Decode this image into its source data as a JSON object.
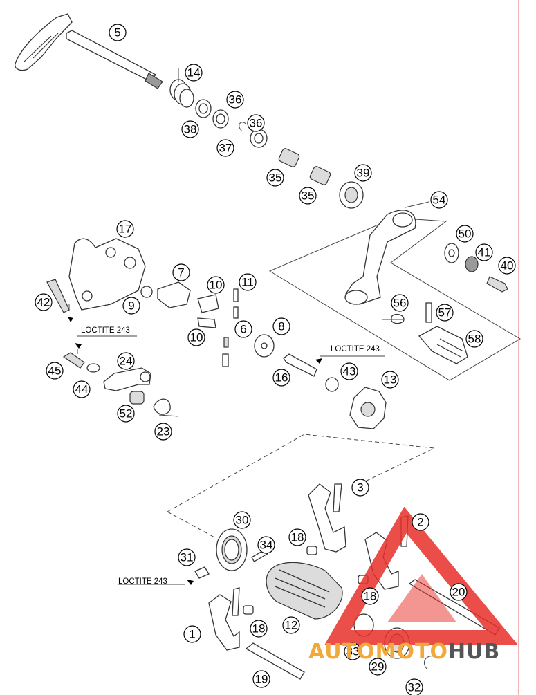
{
  "callouts": [
    "5",
    "14",
    "36",
    "38",
    "37",
    "36",
    "35",
    "35",
    "39",
    "54",
    "50",
    "41",
    "40",
    "17",
    "7",
    "10",
    "11",
    "9",
    "42",
    "10",
    "6",
    "8",
    "56",
    "57",
    "58",
    "24",
    "45",
    "44",
    "52",
    "23",
    "16",
    "43",
    "13",
    "3",
    "2",
    "30",
    "34",
    "18",
    "31",
    "18",
    "20",
    "1",
    "18",
    "12",
    "33",
    "29",
    "19",
    "32"
  ],
  "loctite_labels": [
    "LOCTITE 243",
    "LOCTITE 243",
    "LOCTITE 243"
  ],
  "watermark": {
    "part1": "AUTO",
    "part2": "MOTO",
    "part3": "HUB",
    "color1": "#f2a93b",
    "color2": "#555555",
    "logo_color": "#e8302a"
  },
  "colors": {
    "margin_line": "#e26a6a"
  }
}
